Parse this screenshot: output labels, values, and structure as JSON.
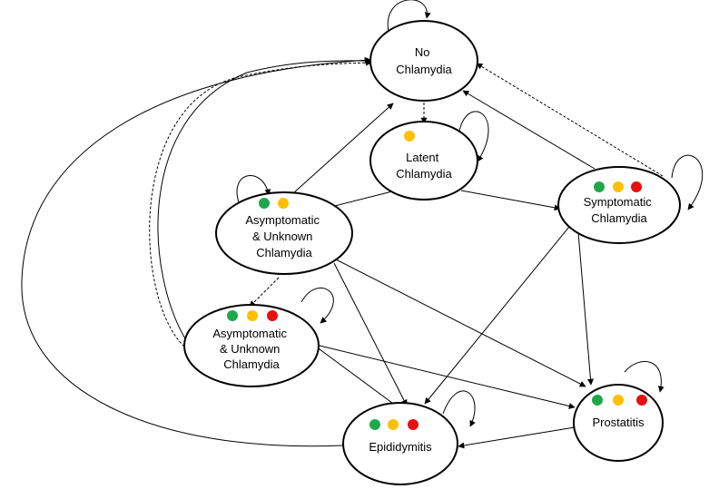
{
  "colors": {
    "green": "#1fa84a",
    "orange": "#ffc000",
    "red": "#e81010",
    "line": "#000000"
  },
  "nodes": {
    "no_chlamydia": {
      "lines": [
        "No",
        "Chlamydia"
      ],
      "dots": []
    },
    "latent": {
      "lines": [
        "Latent",
        "Chlamydia"
      ],
      "dots": [
        "orange"
      ]
    },
    "symptomatic": {
      "lines": [
        "Symptomatic",
        "Chlamydia"
      ],
      "dots": [
        "green",
        "orange",
        "red"
      ]
    },
    "asymptomatic_1": {
      "lines": [
        "Asymptomatic",
        "& Unknown",
        "Chlamydia"
      ],
      "dots": [
        "green",
        "orange"
      ]
    },
    "asymptomatic_2": {
      "lines": [
        "Asymptomatic",
        "& Unknown",
        "Chlamydia"
      ],
      "dots": [
        "green",
        "orange",
        "red"
      ]
    },
    "epididymitis": {
      "lines": [
        "Epididymitis"
      ],
      "dots": [
        "green",
        "orange",
        "red"
      ]
    },
    "prostatitis": {
      "lines": [
        "Prostatitis"
      ],
      "dots": [
        "green",
        "orange",
        "red"
      ]
    }
  },
  "edges": [
    {
      "from": "no_chlamydia",
      "to": "no_chlamydia",
      "style": "solid"
    },
    {
      "from": "no_chlamydia",
      "to": "latent",
      "style": "dashed"
    },
    {
      "from": "latent",
      "to": "latent",
      "style": "solid"
    },
    {
      "from": "latent",
      "to": "asymptomatic_1",
      "style": "solid"
    },
    {
      "from": "latent",
      "to": "symptomatic",
      "style": "solid"
    },
    {
      "from": "symptomatic",
      "to": "no_chlamydia",
      "style": "solid"
    },
    {
      "from": "symptomatic",
      "to": "no_chlamydia",
      "style": "dashed"
    },
    {
      "from": "symptomatic",
      "to": "symptomatic",
      "style": "solid"
    },
    {
      "from": "symptomatic",
      "to": "epididymitis",
      "style": "solid"
    },
    {
      "from": "symptomatic",
      "to": "prostatitis",
      "style": "solid"
    },
    {
      "from": "asymptomatic_1",
      "to": "asymptomatic_1",
      "style": "solid"
    },
    {
      "from": "asymptomatic_1",
      "to": "no_chlamydia",
      "style": "solid"
    },
    {
      "from": "asymptomatic_1",
      "to": "asymptomatic_2",
      "style": "dashed"
    },
    {
      "from": "asymptomatic_1",
      "to": "epididymitis",
      "style": "solid"
    },
    {
      "from": "asymptomatic_1",
      "to": "prostatitis",
      "style": "solid"
    },
    {
      "from": "asymptomatic_2",
      "to": "asymptomatic_2",
      "style": "solid"
    },
    {
      "from": "asymptomatic_2",
      "to": "no_chlamydia",
      "style": "solid"
    },
    {
      "from": "asymptomatic_2",
      "to": "no_chlamydia",
      "style": "dashed"
    },
    {
      "from": "asymptomatic_2",
      "to": "epididymitis",
      "style": "solid"
    },
    {
      "from": "asymptomatic_2",
      "to": "prostatitis",
      "style": "solid"
    },
    {
      "from": "epididymitis",
      "to": "epididymitis",
      "style": "solid"
    },
    {
      "from": "epididymitis",
      "to": "no_chlamydia",
      "style": "solid"
    },
    {
      "from": "prostatitis",
      "to": "prostatitis",
      "style": "solid"
    },
    {
      "from": "prostatitis",
      "to": "epididymitis",
      "style": "solid"
    }
  ]
}
